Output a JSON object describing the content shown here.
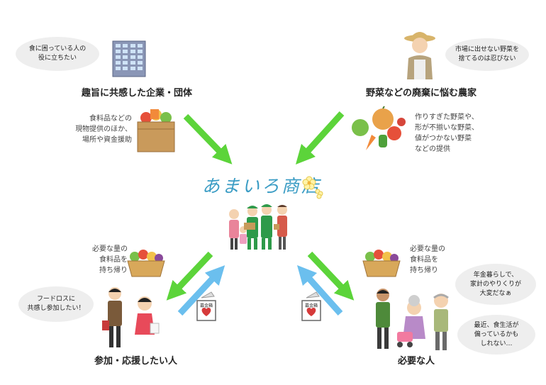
{
  "center": {
    "brand": "あまいろ商店"
  },
  "corporate": {
    "title": "趣旨に共感した企業・団体",
    "bubble": "食に困っている人の\n役に立ちたい",
    "desc": "食料品などの\n現物提供のほか、\n場所や資金援助"
  },
  "farmer": {
    "title": "野菜などの廃棄に悩む農家",
    "bubble": "市場に出せない野菜を\n捨てるのは忍びない",
    "desc": "作りすぎた野菜や、\n形が不揃いな野菜、\n値がつかない野菜\nなどの提供"
  },
  "participant": {
    "title": "参加・応援したい人",
    "bubble": "フードロスに\n共感し参加したい！",
    "desc": "必要な量の\n食料品を\n持ち帰り",
    "box_label": "募金箱"
  },
  "needy": {
    "title": "必要な人",
    "bubble_1": "年金暮らしで、\n家計のやりくりが\n大変だなぁ",
    "bubble_2": "最近、食生活が\n偏っているかも\nしれない…",
    "desc": "必要な量の\n食料品を\n持ち帰り",
    "box_label": "募金箱"
  },
  "colors": {
    "arrow_green": "#5cd43a",
    "arrow_blue": "#6bbfee",
    "bubble": "#eeeeee",
    "brand": "#3a9cc4"
  }
}
